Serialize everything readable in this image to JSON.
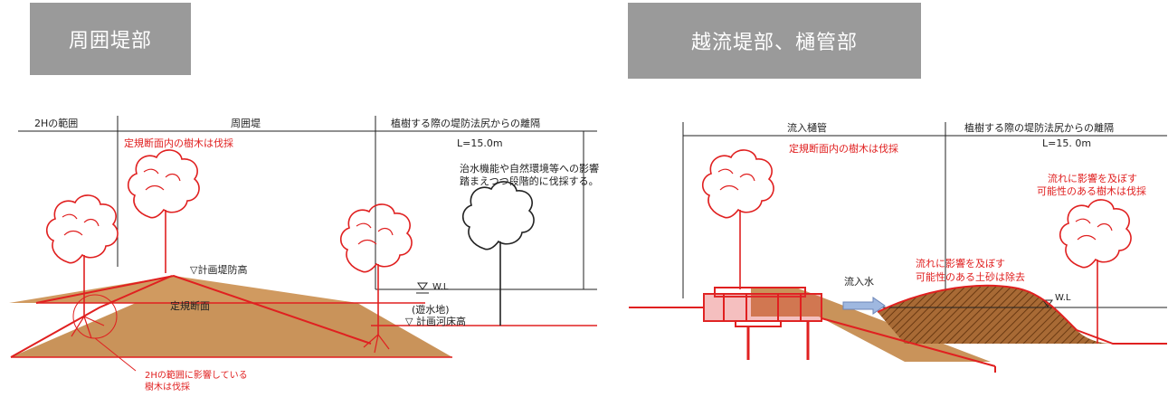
{
  "tabs": {
    "left": "周囲堤部",
    "right": "越流堤部、樋管部"
  },
  "left_diagram": {
    "header_2h": "2Hの範囲",
    "header_levee": "周囲堤",
    "header_distance": "植樹する際の堤防法尻からの離隔",
    "distance": "L=15.0m",
    "red_note": "定規断面内の樹木は伐採",
    "note_line1": "治水機能や自然環境等への影響",
    "note_line2": "踏まえつつ段階的に伐採する。",
    "plan_crest": "▽計画堤防高",
    "section_label": "定規断面",
    "water_level": "W.L",
    "basin": "(遊水地)",
    "plan_bed": "▽ 計画河床高",
    "bottom_note_line1": "2Hの範囲に影響している",
    "bottom_note_line2": "樹木は伐採"
  },
  "right_diagram": {
    "header_sluice": "流入樋管",
    "header_distance": "植樹する際の堤防法尻からの離隔",
    "distance": "L=15. 0m",
    "red_note": "定規断面内の樹木は伐採",
    "note_right_line1": "流れに影響を及ぼす",
    "note_right_line2": "可能性のある樹木は伐採",
    "flow_label": "流入水",
    "sediment_line1": "流れに影響を及ぼす",
    "sediment_line2": "可能性のある土砂は除去",
    "water_level": "W.L"
  },
  "colors": {
    "tab_bg": "#9a9a9a",
    "soil": "#c9935a",
    "red": "#e02020",
    "ink": "#222222",
    "flow_arrow": "#9fb8e0"
  }
}
